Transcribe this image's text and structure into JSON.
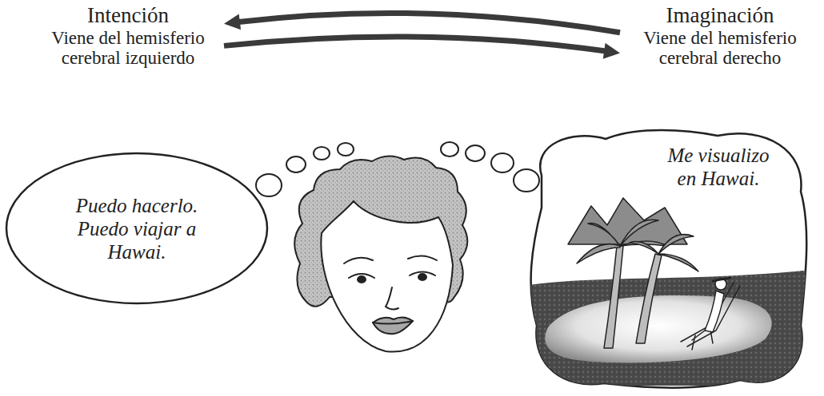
{
  "diagram": {
    "nodes": [
      {
        "text": [
          "Intención",
          "Viene del hemisferio cerebral izquierdo"
        ]
      },
      {
        "text": [
          "Imaginación",
          "Viene del hemisferio cerebral derecho"
        ]
      },
      {
        "text": [
          "Puedo hacerlo. Puedo viajar a Hawai."
        ]
      },
      {
        "text": [
          "Me visualizo en Hawai."
        ]
      }
    ],
    "edges": [
      {
        "from": 1,
        "to": 0,
        "arrow": "to"
      },
      {
        "from": 0,
        "to": 1,
        "arrow": "to"
      }
    ]
  }
}
